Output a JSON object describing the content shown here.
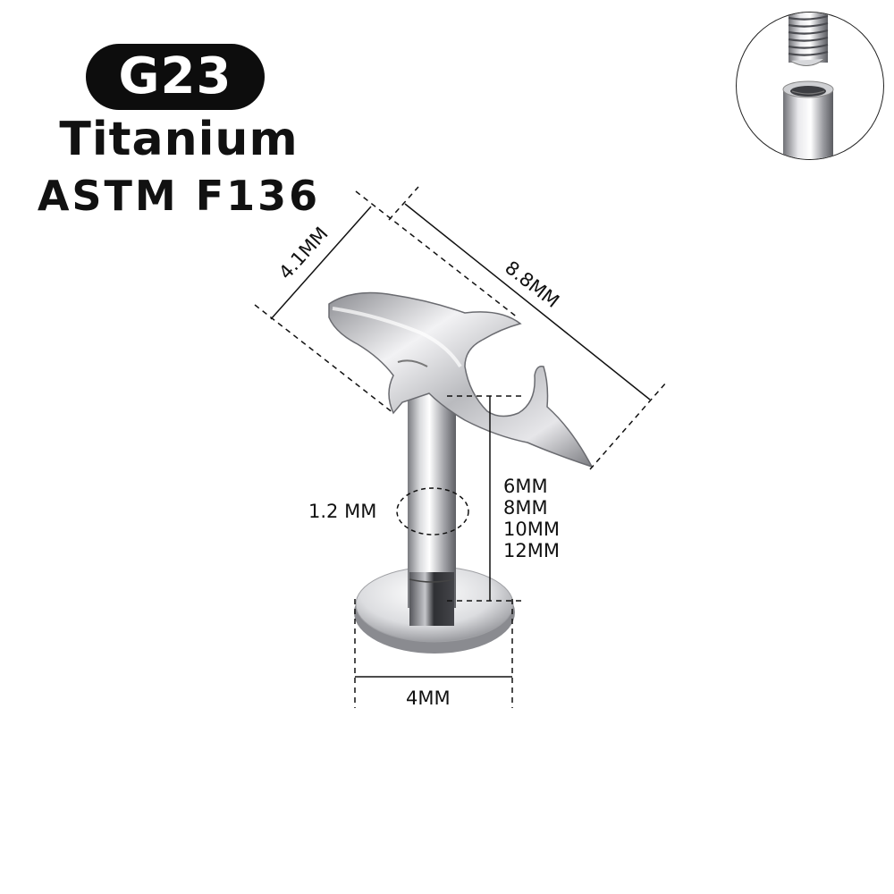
{
  "badge": {
    "grade": "G23"
  },
  "material": {
    "name": "Titanium",
    "standard": "ASTM F136"
  },
  "dimensions": {
    "top_width": "4.1MM",
    "top_length": "8.8MM",
    "bar_gauge": "1.2 MM",
    "bar_lengths": [
      "6MM",
      "8MM",
      "10MM",
      "12MM"
    ],
    "disc_diameter": "4MM"
  },
  "inset": {
    "description": "internally threaded post detail"
  },
  "colors": {
    "badge_bg": "#0d0d0d",
    "badge_text": "#ffffff",
    "metal_light": "#e8e8ea",
    "metal_dark": "#6e6f74",
    "line": "#111111"
  }
}
